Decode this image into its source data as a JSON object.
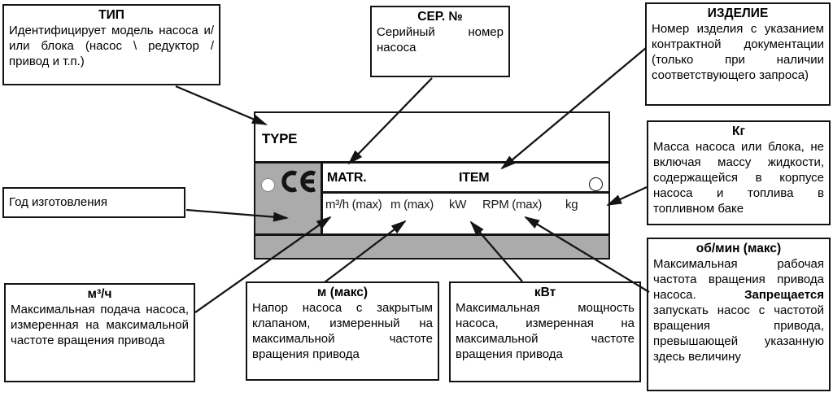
{
  "colors": {
    "plate_gray": "#ababab",
    "line_black": "#141414"
  },
  "callouts": {
    "tip": {
      "title": "ТИП",
      "body": "Идентифицирует модель насоса и/или блока (насос \\ редуктор / привод и т.п.)"
    },
    "ser": {
      "title": "СЕР. №",
      "body": "Серийный номер насоса"
    },
    "izdelie": {
      "title": "ИЗДЕЛИЕ",
      "body": "Номер изделия с указанием контрактной документации (только при наличии соответствующего запроса)"
    },
    "kg": {
      "title": "Кг",
      "body": "Масса насоса или блока, не включая массу жидкости, содержащейся в корпусе насоса и топлива в топливном баке"
    },
    "obmin": {
      "title": "об/мин (макс)",
      "body_pre": "Максимальная рабочая частота вращения привода насоса. ",
      "body_bold": "Запрещается",
      "body_post": " запускать насос с частотой вращения привода, превышающей указанную здесь величину"
    },
    "god": {
      "body": "Год изготовления"
    },
    "m3h": {
      "title": "м³/ч",
      "body": "Максимальная подача насоса, измеренная на максимальной частоте вращения привода"
    },
    "mmax": {
      "title": "м (макс)",
      "body": "Напор насоса с закрытым клапаном, измеренный на максимальной частоте вращения привода"
    },
    "kwt": {
      "title": "кВт",
      "body": "Максимальная мощность насоса, измеренная на максимальной частоте вращения привода"
    }
  },
  "plate": {
    "type_label": "TYPE",
    "matr_label": "MATR.",
    "item_label": "ITEM",
    "ce_mark": "CE",
    "units": {
      "flow": "m³/h (max)",
      "head": "m (max)",
      "power": "kW",
      "rpm": "RPM (max)",
      "weight": "kg"
    }
  }
}
